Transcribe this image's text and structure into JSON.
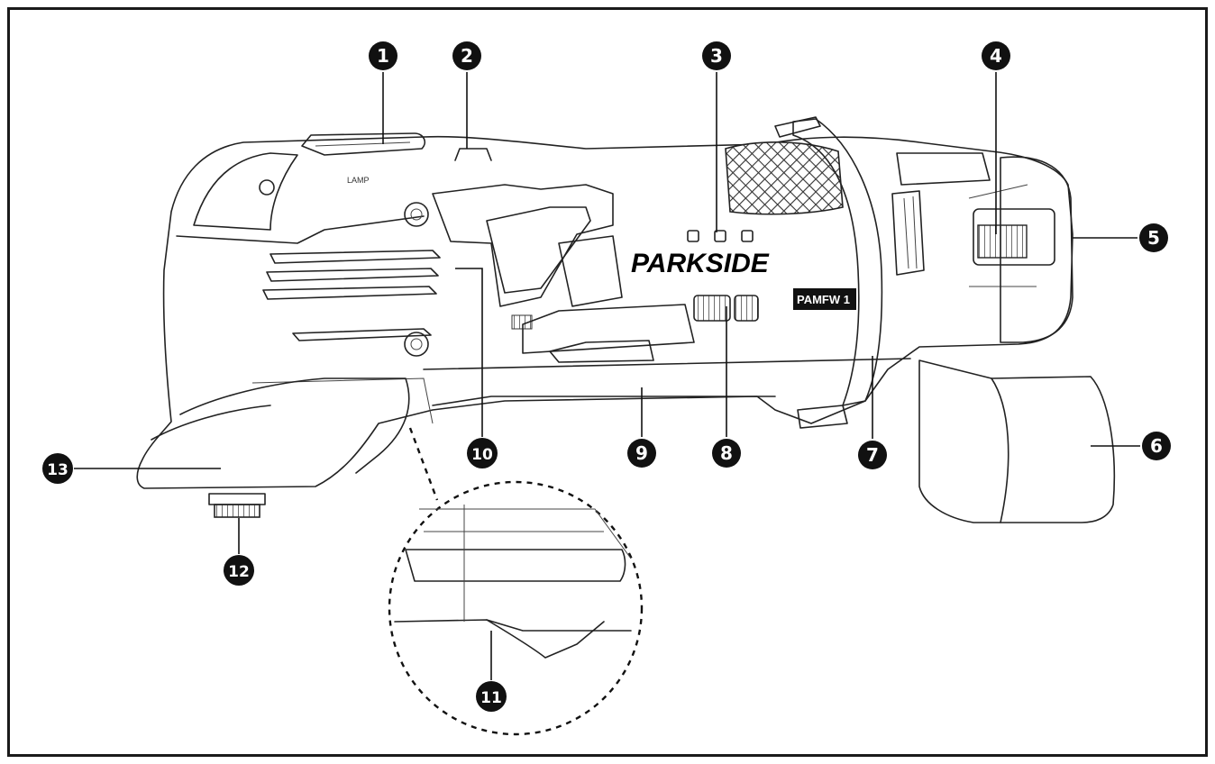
{
  "diagram": {
    "brand": "PARKSIDE",
    "model_badge": "PAMFW 1",
    "housing_label": "LAMP",
    "callouts": [
      {
        "id": 1,
        "label": "1"
      },
      {
        "id": 2,
        "label": "2"
      },
      {
        "id": 3,
        "label": "3"
      },
      {
        "id": 4,
        "label": "4"
      },
      {
        "id": 5,
        "label": "5"
      },
      {
        "id": 6,
        "label": "6"
      },
      {
        "id": 7,
        "label": "7"
      },
      {
        "id": 8,
        "label": "8"
      },
      {
        "id": 9,
        "label": "9"
      },
      {
        "id": 10,
        "label": "10"
      },
      {
        "id": 11,
        "label": "11"
      },
      {
        "id": 12,
        "label": "12"
      },
      {
        "id": 13,
        "label": "13"
      }
    ],
    "colors": {
      "ink": "#111111",
      "paper": "#ffffff",
      "grip_pattern": "#555555"
    }
  }
}
